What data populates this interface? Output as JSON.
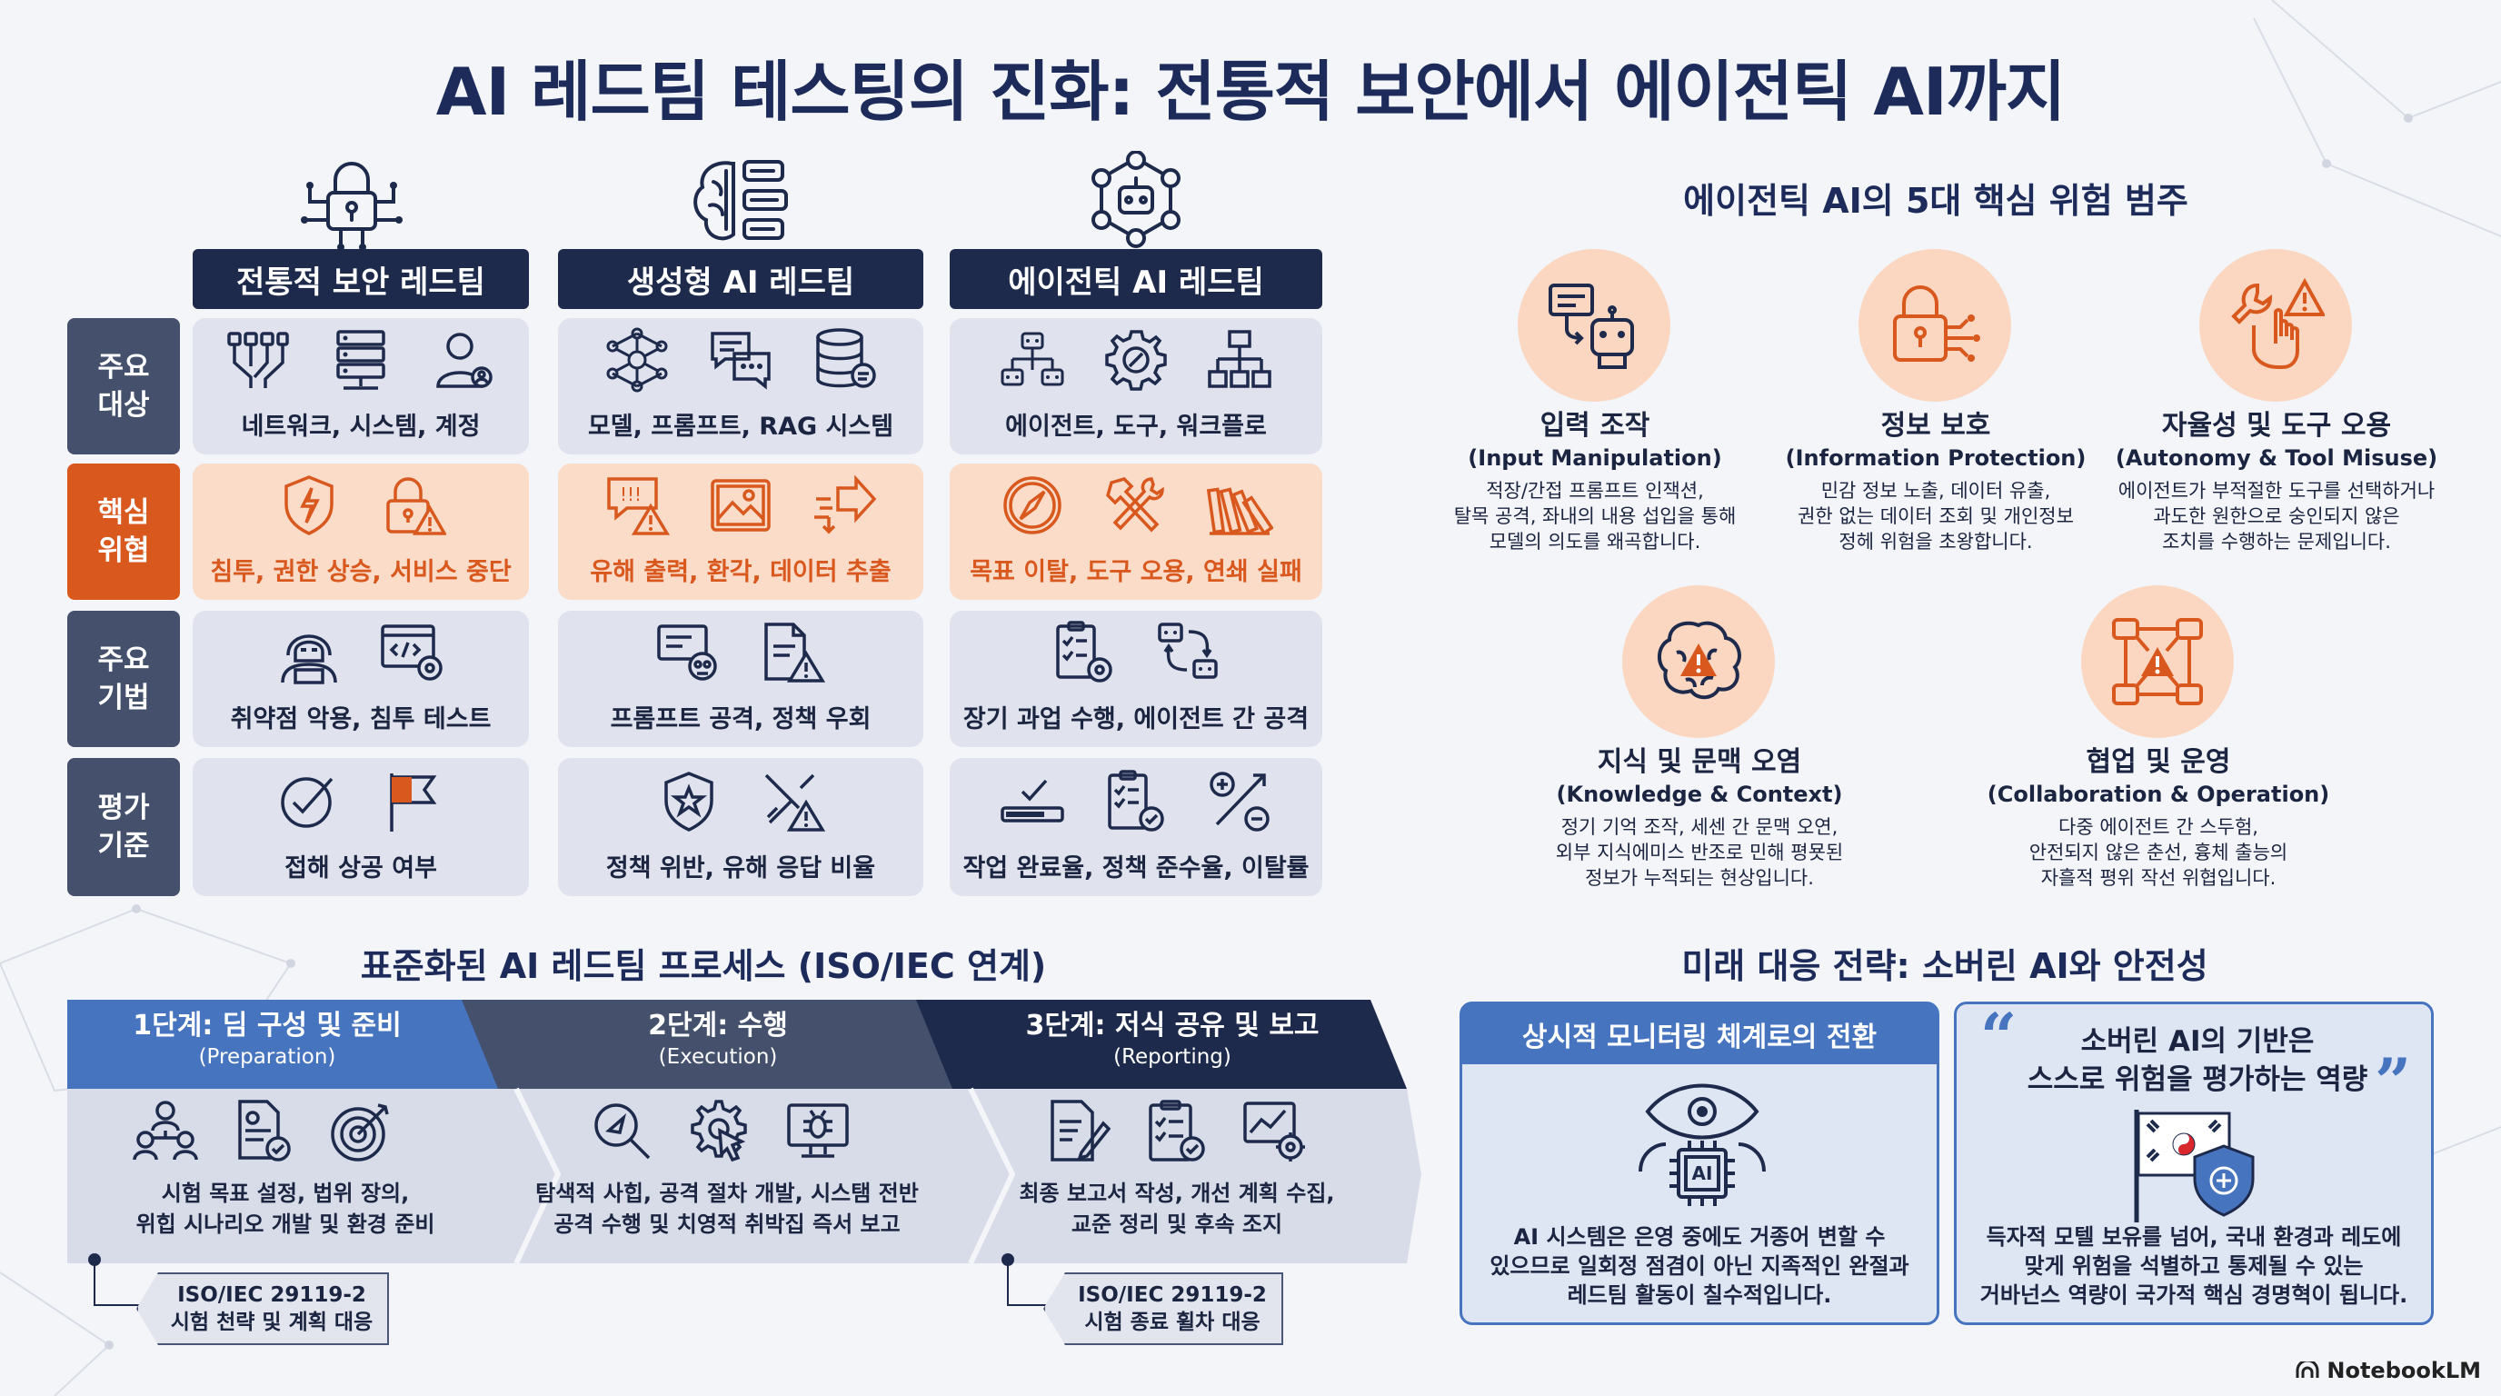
{
  "title": "AI 레드팀 테스팅의 진화: 전통적 보안에서 에이전틱 AI까지",
  "matrix": {
    "columns": [
      {
        "label": "전통적 보안 레드팀",
        "icon": "lock-circuit-icon"
      },
      {
        "label": "생성형 AI 레드팀",
        "icon": "brain-chat-icon"
      },
      {
        "label": "에이전틱 AI 레드팀",
        "icon": "robot-network-icon"
      }
    ],
    "rows": [
      {
        "label": "주요\n대상",
        "cells": [
          "네트워크, 시스템, 계정",
          "모델, 프롬프트, RAG 시스템",
          "에이전트, 도구, 워크플로"
        ]
      },
      {
        "label": "핵심\n위협",
        "cells": [
          "침투, 권한 상승, 서비스 중단",
          "유해 출력, 환각, 데이터 추출",
          "목표 이탈, 도구 오용, 연쇄 실패"
        ]
      },
      {
        "label": "주요\n기법",
        "cells": [
          "취약점 악용, 침투 테스트",
          "프롬프트 공격, 정책 우회",
          "장기 과업 수행, 에이전트 간 공격"
        ]
      },
      {
        "label": "평가\n기준",
        "cells": [
          "접해 상공 여부",
          "정책 위반, 유해 응답 비율",
          "작업 완료율, 정책 준수율, 이탈률"
        ]
      }
    ]
  },
  "categories": {
    "title": "에이전틱 AI의 5대 핵심 위험 범주",
    "items": [
      {
        "title": "입력 조작",
        "en": "(Input Manipulation)",
        "desc": [
          "적장/간접 프롬프트 인잭션,",
          "탈목 공격, 좌내의 내용 섭입을 통해",
          "모델의 의도를 왜곡합니다."
        ],
        "icon": "chat-robot-icon"
      },
      {
        "title": "정보 보호",
        "en": "(Information Protection)",
        "desc": [
          "민감 정보 노출, 데이터 유출,",
          "권한 없는 데이터 조회 및 개인정보",
          "정헤 위험을 초왕합니다."
        ],
        "icon": "lock-data-icon"
      },
      {
        "title": "자율성 및 도구 오용",
        "en": "(Autonomy & Tool Misuse)",
        "desc": [
          "에이전트가 부적절한 도구를 선택하거나",
          "과도한 원한으로 숭인되지 않은",
          "조치를 수행하는 문제입니다."
        ],
        "icon": "wrench-warning-icon"
      },
      {
        "title": "지식 및 문맥 오염",
        "en": "(Knowledge & Context)",
        "desc": [
          "정기 기억 조작, 세센 간 문맥 오연,",
          "외부 지식에미스 반조로 민해 평묫된",
          "정보가 누적되는 현상입니다."
        ],
        "icon": "brain-warning-icon"
      },
      {
        "title": "협업 및 운영",
        "en": "(Collaboration & Operation)",
        "desc": [
          "다중 에이전트 간 스두험,",
          "안전되지 않은 춘선, 흉체 출능의",
          "자흘적 평위 작선 위협입니다."
        ],
        "icon": "robots-network-warning-icon"
      }
    ]
  },
  "process": {
    "title": "표준화된 AI 레드팀 프로세스 (ISO/IEC 연계)",
    "stages": [
      {
        "title": "1단계: 딤 구성 및 준비",
        "sub": "(Preparation)",
        "desc": [
          "시험 목표 설정, 법위 장의,",
          "위힙 시나리오 개발 및 환경 준비"
        ]
      },
      {
        "title": "2단계: 수행",
        "sub": "(Execution)",
        "desc": [
          "탐색적 사힙, 공격 절차 개발, 시스탬 전반",
          "공격 수행 및 치영적 취박집 즉서 보고"
        ]
      },
      {
        "title": "3단계: 저식 공유 및 보고",
        "sub": "(Reporting)",
        "desc": [
          "최종 보고서 작성, 개선 계획 수집,",
          "교준 정리 및 후속 조지"
        ]
      }
    ],
    "tags": [
      {
        "line1": "ISO/IEC 29119-2",
        "line2": "시험 천략 및 계획 대응"
      },
      {
        "line1": "ISO/IEC 29119-2",
        "line2": "시험 종료 휠차 대응"
      }
    ]
  },
  "future": {
    "title": "미래 대응 전략: 소버린 AI와 안전성",
    "left": {
      "head": "상시적 모니터링 체계로의 전환",
      "desc": [
        "AI 시스템은 은영 중에도 거종어 변할 수",
        "있으므로 일회정 점겸이 아닌 지족적인 완절과",
        "레드팀 활동이 칠수적입니다."
      ],
      "chip_label": "AI"
    },
    "right": {
      "quote": [
        "소버린 AI의 기반은",
        "스스로 위험을 평가하는 역량"
      ],
      "desc": [
        "득자적 모텔 보유를 넘어, 국내 환경과 레도에",
        "맞게 위험을 석별하고 통제될 수 있는",
        "거바넌스 역량이 국가적 핵심 경명혁이 됩니다."
      ]
    }
  },
  "brand": "NotebookLM",
  "colors": {
    "navy": "#1e2a4c",
    "orange": "#d8581e",
    "blue": "#4674bf",
    "peach": "#fbdcc9"
  }
}
